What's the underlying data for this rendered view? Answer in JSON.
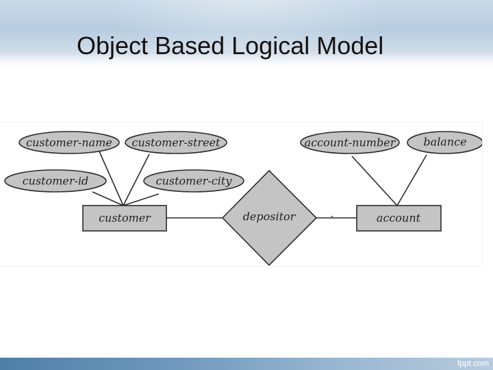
{
  "slide": {
    "title": "Object Based Logical Model",
    "footer_brand": "fppt.com"
  },
  "diagram": {
    "entities": [
      {
        "id": "customer",
        "label": "customer"
      },
      {
        "id": "account",
        "label": "account"
      }
    ],
    "relationships": [
      {
        "id": "depositor",
        "label": "depositor"
      }
    ],
    "attributes": [
      {
        "id": "customer-name",
        "label": "customer-name",
        "owner": "customer"
      },
      {
        "id": "customer-street",
        "label": "customer-street",
        "owner": "customer"
      },
      {
        "id": "customer-id",
        "label": "customer-id",
        "owner": "customer"
      },
      {
        "id": "customer-city",
        "label": "customer-city",
        "owner": "customer"
      },
      {
        "id": "account-number",
        "label": "account-number",
        "owner": "account"
      },
      {
        "id": "balance",
        "label": "balance",
        "owner": "account"
      }
    ],
    "colors": {
      "shape_fill": "#c4c4c4",
      "shape_stroke": "#2a2a2a",
      "text": "#222222"
    }
  }
}
